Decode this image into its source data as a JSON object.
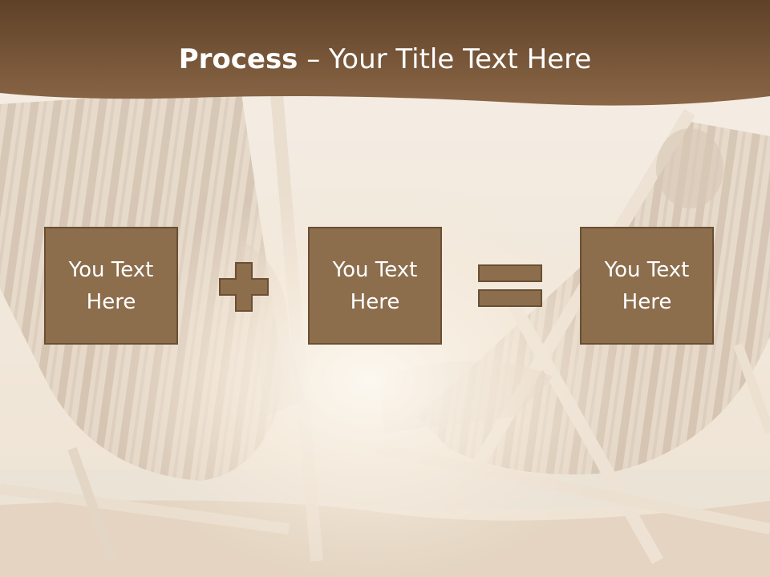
{
  "slide": {
    "title_bold": "Process",
    "title_rest": " – Your Title Text Here",
    "boxes": [
      {
        "text": "You Text Here"
      },
      {
        "text": "You Text Here"
      },
      {
        "text": "You Text Here"
      }
    ]
  },
  "operators": [
    {
      "icon": "plus-icon"
    },
    {
      "icon": "equals-icon"
    }
  ],
  "colors": {
    "header": "#7d5a39",
    "box_fill": "#8c6e4d",
    "box_border": "#6a4f34",
    "text": "#ffffff"
  }
}
